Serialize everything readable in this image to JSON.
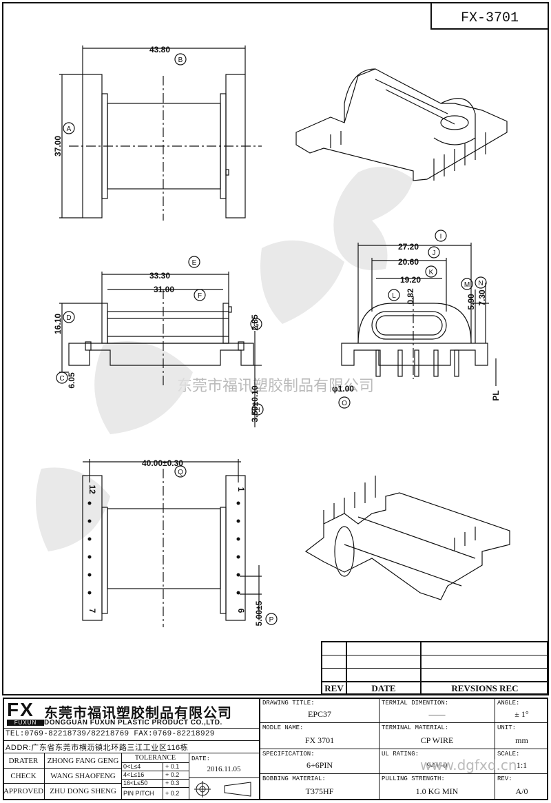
{
  "header": {
    "part_no": "FX-3701"
  },
  "dims": {
    "top_width": "43.80",
    "top_height": "37.00",
    "mid_e": "33.30",
    "mid_f": "31.00",
    "mid_d": "16.10",
    "mid_g": "2.85",
    "mid_c": "6.05",
    "mid_h": "3.50±0.10",
    "side_i": "27.20",
    "side_j": "20.60",
    "side_k": "19.20",
    "side_l": "0.82",
    "side_m": "5.90",
    "side_n": "7.30",
    "side_o": "φ1.00",
    "side_pl": "PL",
    "bot_q": "40.00±0.30",
    "bot_p": "5.00±5",
    "pin1": "1",
    "pin6": "6",
    "pin7": "7",
    "pin12": "12"
  },
  "markers": [
    "A",
    "B",
    "C",
    "D",
    "E",
    "F",
    "G",
    "H",
    "I",
    "J",
    "K",
    "L",
    "M",
    "N",
    "O",
    "P",
    "Q"
  ],
  "watermark": {
    "company": "东莞市福讯塑胶制品有限公司",
    "site": "www.dgfxd.cn"
  },
  "revision_table": {
    "rev": "REV",
    "date": "DATE",
    "revisions": "REVSIONS REC"
  },
  "company": {
    "logo_big": "FX",
    "logo_small": "FUXUN",
    "name_cn": "东莞市福讯塑胶制品有限公司",
    "name_en": "DONGGUAN FUXUN PLASTIC PRODUCT CO.,LTD.",
    "tel": "TEL:0769-82218739/82218769 FAX:0769-82218929",
    "addr": "ADDR:广东省东莞市横沥镇北环路三江工业区116栋"
  },
  "people": [
    {
      "role": "DRATER",
      "name": "ZHONG FANG GENG"
    },
    {
      "role": "CHECK",
      "name": "WANG SHAOFENG"
    },
    {
      "role": "APPROVED",
      "name": "ZHU DONG SHENG"
    }
  ],
  "tolerance": {
    "title": "TOLERANCE",
    "rows": [
      {
        "range": "0<L≤4",
        "tol": "+ 0.1"
      },
      {
        "range": "4<L≤16",
        "tol": "+ 0.2"
      },
      {
        "range": "16<L≤50",
        "tol": "+ 0.3"
      },
      {
        "range": "PIN PITCH",
        "tol": "+ 0.2"
      }
    ]
  },
  "date": {
    "label": "DATE:",
    "value": "2016.11.05"
  },
  "fields": {
    "drawing_title_label": "DRAWING TITLE:",
    "drawing_title": "EPC37",
    "model_label": "MODLE NAME:",
    "model": "FX 3701",
    "spec_label": "SPECIFICATION:",
    "spec": "6+6PIN",
    "bobbin_label": "BOBBING MATERIAL:",
    "bobbin": "T375HF",
    "term_dim_label": "TERMIAL DIMENTION:",
    "term_dim": "——",
    "term_mat_label": "TERMINAL MATERIAL:",
    "term_mat": "CP WIRE",
    "ul_label": "UL RATING:",
    "ul": "94V-0",
    "pull_label": "PULLING STRENGTH:",
    "pull": "1.0 KG MIN",
    "angle_label": "ANGLE:",
    "angle": "± 1°",
    "unit_label": "UNIT:",
    "unit": "mm",
    "scale_label": "SCALE:",
    "scale": "1:1",
    "rev_label": "REV:",
    "rev": "A/0"
  }
}
